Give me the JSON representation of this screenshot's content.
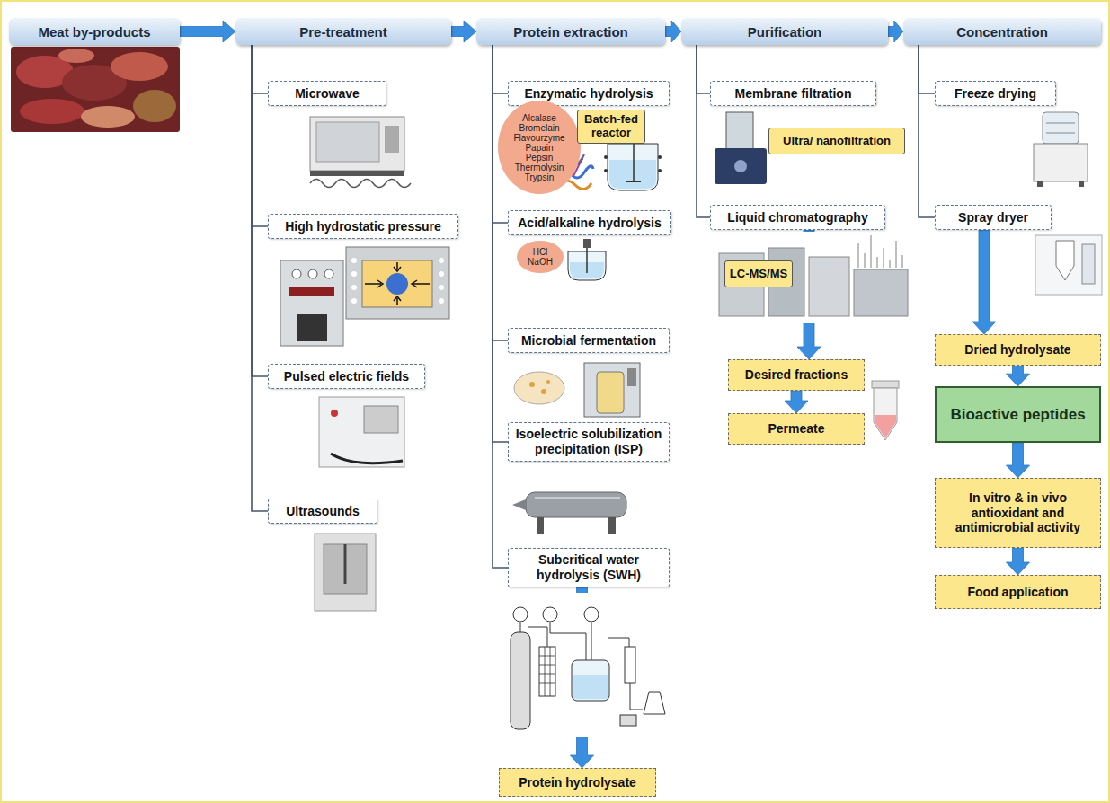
{
  "diagram": {
    "nodes": [
      {
        "text": [
          "Meat by-products"
        ]
      },
      {
        "text": [
          "Pre-treatment"
        ]
      },
      {
        "text": [
          "Protein extraction"
        ]
      },
      {
        "text": [
          "Purification"
        ]
      },
      {
        "text": [
          "Concentration"
        ]
      },
      {
        "text": [
          "Microwave"
        ]
      },
      {
        "text": [
          "High hydrostatic pressure"
        ]
      },
      {
        "text": [
          "Pulsed electric fields"
        ]
      },
      {
        "text": [
          "Ultrasounds"
        ]
      },
      {
        "text": [
          "Enzymatic hydrolysis"
        ]
      },
      {
        "text": [
          "Alcalase",
          "Bromelain",
          "Flavourzyme",
          "Papain",
          "Pepsin",
          "Thermolysin",
          "Trypsin"
        ]
      },
      {
        "text": [
          "Batch-fed reactor"
        ]
      },
      {
        "text": [
          "Acid/alkaline hydrolysis"
        ]
      },
      {
        "text": [
          "HCl",
          "NaOH"
        ]
      },
      {
        "text": [
          "Microbial fermentation"
        ]
      },
      {
        "text": [
          "Isoelectric solubilization precipitation (ISP)"
        ]
      },
      {
        "text": [
          "Subcritical water hydrolysis (SWH)"
        ]
      },
      {
        "text": [
          "Protein hydrolysate"
        ]
      },
      {
        "text": [
          "Membrane filtration"
        ]
      },
      {
        "text": [
          "Ultra/ nanofiltration"
        ]
      },
      {
        "text": [
          "Liquid chromatography"
        ]
      },
      {
        "text": [
          "LC-MS/MS"
        ]
      },
      {
        "text": [
          "Desired fractions"
        ]
      },
      {
        "text": [
          "Permeate"
        ]
      },
      {
        "text": [
          "Freeze drying"
        ]
      },
      {
        "text": [
          "Spray dryer"
        ]
      },
      {
        "text": [
          "Dried hydrolysate"
        ]
      },
      {
        "text": [
          "Bioactive peptides"
        ]
      },
      {
        "text": [
          "In vitro & in vivo antioxidant and antimicrobial activity"
        ]
      },
      {
        "text": [
          "Food application"
        ]
      }
    ],
    "edges": [
      {
        "from": 0,
        "to": 1,
        "arrow": "to"
      },
      {
        "from": 1,
        "to": 2,
        "arrow": "to"
      },
      {
        "from": 2,
        "to": 3,
        "arrow": "to"
      },
      {
        "from": 3,
        "to": 4,
        "arrow": "to"
      },
      {
        "from": 1,
        "to": 5,
        "arrow": "none"
      },
      {
        "from": 1,
        "to": 6,
        "arrow": "none"
      },
      {
        "from": 1,
        "to": 7,
        "arrow": "none"
      },
      {
        "from": 1,
        "to": 8,
        "arrow": "none"
      },
      {
        "from": 2,
        "to": 9,
        "arrow": "none"
      },
      {
        "from": 2,
        "to": 12,
        "arrow": "none"
      },
      {
        "from": 2,
        "to": 14,
        "arrow": "none"
      },
      {
        "from": 2,
        "to": 15,
        "arrow": "none"
      },
      {
        "from": 2,
        "to": 16,
        "arrow": "none"
      },
      {
        "from": 3,
        "to": 18,
        "arrow": "none"
      },
      {
        "from": 3,
        "to": 20,
        "arrow": "none"
      },
      {
        "from": 4,
        "to": 24,
        "arrow": "none"
      },
      {
        "from": 4,
        "to": 25,
        "arrow": "none"
      },
      {
        "from": 16,
        "to": 17,
        "arrow": "to"
      },
      {
        "from": 20,
        "to": 22,
        "arrow": "to"
      },
      {
        "from": 22,
        "to": 23,
        "arrow": "to"
      },
      {
        "from": 25,
        "to": 26,
        "arrow": "to"
      },
      {
        "from": 26,
        "to": 27,
        "arrow": "to"
      },
      {
        "from": 27,
        "to": 28,
        "arrow": "to"
      },
      {
        "from": 28,
        "to": 29,
        "arrow": "to"
      }
    ]
  }
}
